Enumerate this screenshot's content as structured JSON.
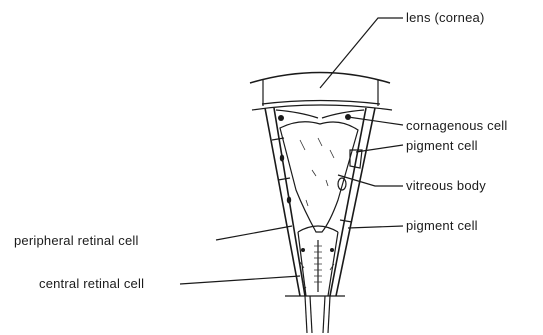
{
  "labels": {
    "lens": "lens (cornea)",
    "cornagenous": "cornagenous cell",
    "pigment_upper": "pigment cell",
    "vitreous": "vitreous body",
    "pigment_lower": "pigment cell",
    "peripheral": "peripheral retinal cell",
    "central": "central retinal cell"
  }
}
